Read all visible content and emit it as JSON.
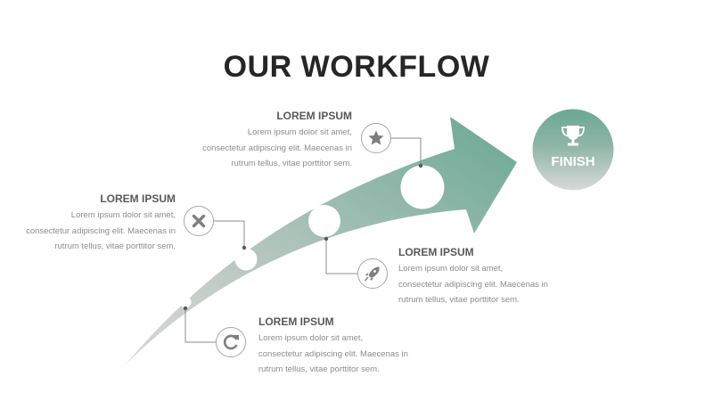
{
  "title": "OUR WORKFLOW",
  "finish": {
    "label": "FINISH",
    "icon": "trophy-icon"
  },
  "colors": {
    "accent": "#6aa893",
    "gray": "#d9d9d9",
    "heading": "#595959",
    "body": "#8c8c8c"
  },
  "steps": [
    {
      "heading": "LOREM IPSUM",
      "lines": [
        "Lorem ipsum dolor sit amet,",
        "consectetur adipiscing elit. Maecenas in",
        "rutrum tellus, vitae porttitor sem."
      ],
      "icon": "refresh-icon"
    },
    {
      "heading": "LOREM IPSUM",
      "lines": [
        "Lorem ipsum dolor sit amet,",
        "consectetur adipiscing elit. Maecenas in",
        "rutrum tellus, vitae porttitor sem."
      ],
      "icon": "close-icon"
    },
    {
      "heading": "LOREM IPSUM",
      "lines": [
        "Lorem ipsum dolor sit amet,",
        "consectetur adipiscing elit. Maecenas in",
        "rutrum tellus, vitae porttitor sem."
      ],
      "icon": "rocket-icon"
    },
    {
      "heading": "LOREM IPSUM",
      "lines": [
        "Lorem ipsum dolor sit amet,",
        "consectetur adipiscing elit. Maecenas in",
        "rutrum tellus, vitae porttitor sem."
      ],
      "icon": "star-icon"
    }
  ]
}
